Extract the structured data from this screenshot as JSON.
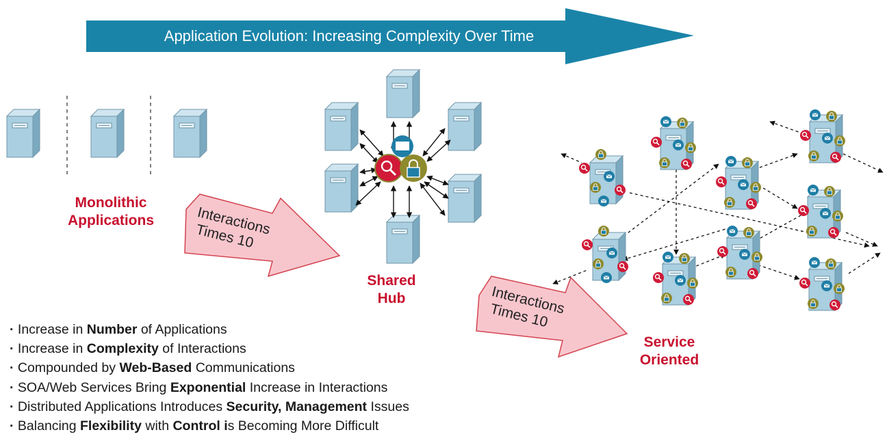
{
  "banner": {
    "text": "Application Evolution:  Increasing Complexity Over Time"
  },
  "stages": {
    "monolithic": {
      "line1": "Monolithic",
      "line2": "Applications"
    },
    "hub": {
      "line1": "Shared",
      "line2": "Hub"
    },
    "service": {
      "line1": "Service",
      "line2": "Oriented"
    }
  },
  "transitions": [
    {
      "line1": "Interactions",
      "line2": "Times 10"
    },
    {
      "line1": "Interactions",
      "line2": "Times 10"
    }
  ],
  "bullets": [
    [
      {
        "t": "Increase in "
      },
      {
        "t": "Number",
        "b": true
      },
      {
        "t": " of Applications"
      }
    ],
    [
      {
        "t": "Increase in "
      },
      {
        "t": "Complexity",
        "b": true
      },
      {
        "t": " of Interactions"
      }
    ],
    [
      {
        "t": "Compounded by "
      },
      {
        "t": "Web-Based",
        "b": true
      },
      {
        "t": " Communications"
      }
    ],
    [
      {
        "t": "SOA/Web Services Bring "
      },
      {
        "t": "Exponential",
        "b": true
      },
      {
        "t": " Increase in Interactions"
      }
    ],
    [
      {
        "t": "Distributed Applications Introduces "
      },
      {
        "t": "Security, Management",
        "b": true
      },
      {
        "t": " Issues"
      }
    ],
    [
      {
        "t": "Balancing "
      },
      {
        "t": "Flexibility",
        "b": true
      },
      {
        "t": " with "
      },
      {
        "t": "Control i",
        "b": true
      },
      {
        "t": "s Becoming More Difficult"
      }
    ]
  ],
  "colors": {
    "banner": "#1a84a8",
    "server_front": "#a9cfe0",
    "server_side": "#7aa9c0",
    "server_top": "#cfe6f1",
    "label_red": "#c8102e",
    "pink_arrow_fill": "#f7c6cc",
    "pink_arrow_stroke": "#d2424f",
    "badge_red": "#d01a37",
    "badge_blue": "#1f7ea6",
    "badge_olive": "#8e8a2e"
  },
  "icons": [
    "server-icon",
    "magnifier-icon",
    "lock-icon",
    "envelope-icon"
  ]
}
